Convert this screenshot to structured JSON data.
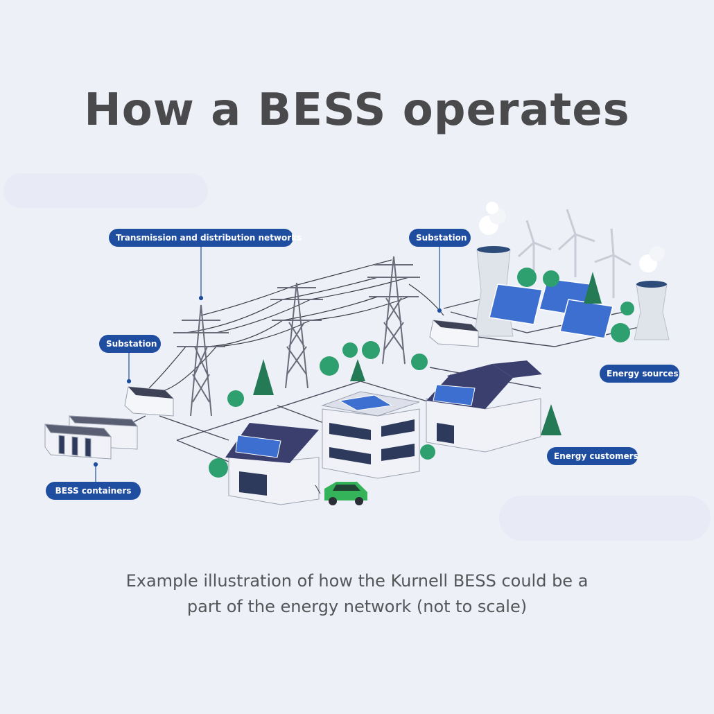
{
  "title": "How a BESS operates",
  "caption": {
    "line1": "Example illustration of how the Kurnell BESS could be a",
    "line2": "part of the energy network (not to scale)"
  },
  "labels": {
    "transmission": "Transmission and distribution networks",
    "substation_right": "Substation",
    "substation_left": "Substation",
    "energy_sources": "Energy sources",
    "energy_customers": "Energy customers",
    "bess_containers": "BESS containers"
  },
  "colors": {
    "background": "#eef0f8",
    "title": "#4a4a4c",
    "pill": "#1f4ea0",
    "solar": "#3d6fd1",
    "roof": "#3b3f6e",
    "tree": "#2e9f6e",
    "car": "#35b35a"
  }
}
